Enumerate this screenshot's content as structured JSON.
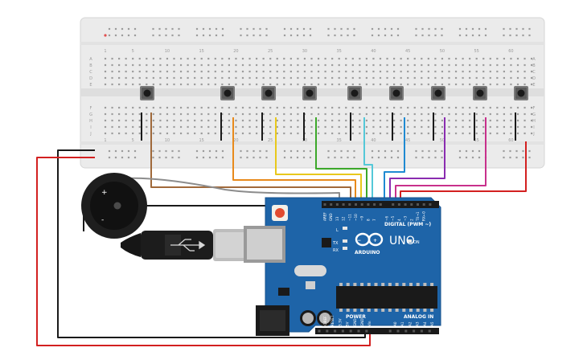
{
  "breadboard": {
    "column_numbers": [
      "1",
      "5",
      "10",
      "15",
      "20",
      "25",
      "30",
      "35",
      "40",
      "45",
      "50",
      "55",
      "60"
    ],
    "row_letters_top": [
      "A",
      "B",
      "C",
      "D",
      "E"
    ],
    "row_letters_bottom": [
      "F",
      "G",
      "H",
      "I",
      "J"
    ]
  },
  "arduino": {
    "brand": "ARDUINO",
    "model": "UNO",
    "digital_label": "DIGITAL (PWM ~)",
    "aref_label": "AREF",
    "gnd_label": "GND",
    "digital_pins": [
      "13",
      "12",
      "~11",
      "~10",
      "~9",
      "8",
      "7",
      "~6",
      "~5",
      "4",
      "~3",
      "2",
      "TX→1",
      "RX←0"
    ],
    "power_label": "POWER",
    "analog_label": "ANALOG IN",
    "power_pins": [
      "IOREF",
      "RESET",
      "3.3V",
      "5V",
      "GND",
      "GND",
      "Vin"
    ],
    "analog_pins": [
      "A0",
      "A1",
      "A2",
      "A3",
      "A4",
      "A5"
    ],
    "led_labels": [
      "L",
      "TX",
      "RX"
    ],
    "on_label": "ON"
  },
  "buzzer": {
    "plus_label": "+",
    "minus_label": "-"
  },
  "colors": {
    "breadboard": "#ebebeb",
    "board": "#1e64a8",
    "wire_black": "#1a1a1a",
    "wire_red": "#d32020",
    "wire_brown": "#a0693a",
    "wire_orange": "#e88a1c",
    "wire_yellow": "#e8c81c",
    "wire_green": "#3ca82a",
    "wire_cyan": "#54c8d8",
    "wire_blue": "#1f8ad2",
    "wire_purple": "#8a2cb0",
    "wire_magenta": "#c8308c",
    "wire_gray": "#8c8c8c"
  }
}
